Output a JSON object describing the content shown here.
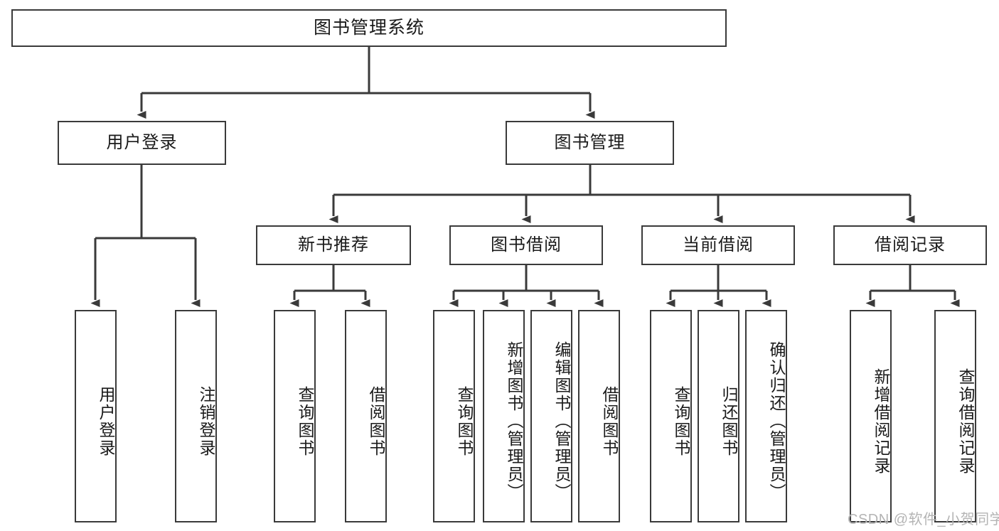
{
  "diagram": {
    "title": "图书管理系统",
    "type": "tree",
    "colors": {
      "box_border": "#3a3a3a",
      "box_fill": "#ffffff",
      "connector": "#3a3a3a",
      "text": "#1a1a1a",
      "watermark": "#b4b4b4",
      "background": "#ffffff"
    },
    "root": {
      "label": "图书管理系统"
    },
    "level2": [
      {
        "label": "用户登录"
      },
      {
        "label": "图书管理"
      }
    ],
    "level3": [
      {
        "label": "新书推荐"
      },
      {
        "label": "图书借阅"
      },
      {
        "label": "当前借阅"
      },
      {
        "label": "借阅记录"
      }
    ],
    "leaves": {
      "user_login": [
        {
          "label": "用户登录"
        },
        {
          "label": "注销登录"
        }
      ],
      "new_book_recommend": [
        {
          "label": "查询图书"
        },
        {
          "label": "借阅图书"
        }
      ],
      "book_borrow": [
        {
          "label": "查询图书"
        },
        {
          "label": "新增图书（管理员）"
        },
        {
          "label": "编辑图书（管理员）"
        },
        {
          "label": "借阅图书"
        }
      ],
      "current_borrow": [
        {
          "label": "查询图书"
        },
        {
          "label": "归还图书"
        },
        {
          "label": "确认归还（管理员）"
        }
      ],
      "borrow_record": [
        {
          "label": "新增借阅记录"
        },
        {
          "label": "查询借阅记录"
        }
      ]
    }
  },
  "watermark": {
    "text": "CSDN @软件_小贺同学"
  }
}
